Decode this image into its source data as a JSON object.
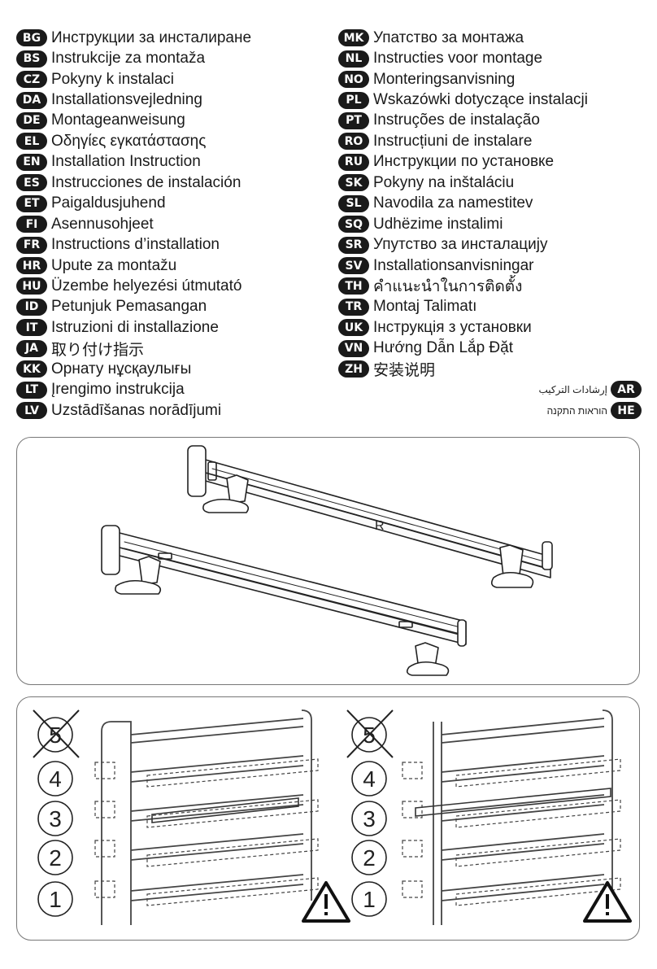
{
  "languages_left": [
    {
      "code": "BG",
      "text": "Инструкции за инсталиране"
    },
    {
      "code": "BS",
      "text": "Instrukcije za montaža"
    },
    {
      "code": "CZ",
      "text": "Pokyny k instalaci"
    },
    {
      "code": "DA",
      "text": "Installationsvejledning"
    },
    {
      "code": "DE",
      "text": "Montageanweisung"
    },
    {
      "code": "EL",
      "text": "Οδηγίες εγκατάστασης"
    },
    {
      "code": "EN",
      "text": "Installation Instruction"
    },
    {
      "code": "ES",
      "text": "Instrucciones de instalación"
    },
    {
      "code": "ET",
      "text": "Paigaldusjuhend"
    },
    {
      "code": "FI",
      "text": "Asennusohjeet"
    },
    {
      "code": "FR",
      "text": "Instructions d’installation"
    },
    {
      "code": "HR",
      "text": "Upute za montažu"
    },
    {
      "code": "HU",
      "text": "Üzembe helyezési útmutató"
    },
    {
      "code": "ID",
      "text": "Petunjuk Pemasangan"
    },
    {
      "code": "IT",
      "text": "Istruzioni di installazione"
    },
    {
      "code": "JA",
      "text": "取り付け指示"
    },
    {
      "code": "KK",
      "text": "Орнату нұсқаулығы"
    },
    {
      "code": "LT",
      "text": "Įrengimo instrukcija"
    },
    {
      "code": "LV",
      "text": "Uzstādīšanas norādījumi"
    }
  ],
  "languages_right": [
    {
      "code": "MK",
      "text": "Упатство за монтажа"
    },
    {
      "code": "NL",
      "text": "Instructies voor montage"
    },
    {
      "code": "NO",
      "text": "Monteringsanvisning"
    },
    {
      "code": "PL",
      "text": "Wskazówki dotyczące instalacji"
    },
    {
      "code": "PT",
      "text": "Instruções de instalação"
    },
    {
      "code": "RO",
      "text": "Instrucțiuni de instalare"
    },
    {
      "code": "RU",
      "text": "Инструкции по установке"
    },
    {
      "code": "SK",
      "text": "Pokyny na inštaláciu"
    },
    {
      "code": "SL",
      "text": "Navodila za namestitev"
    },
    {
      "code": "SQ",
      "text": "Udhëzime instalimi"
    },
    {
      "code": "SR",
      "text": "Упутство за инсталацију"
    },
    {
      "code": "SV",
      "text": "Installationsanvisningar"
    },
    {
      "code": "TH",
      "text": "คำแนะนำในการติดตั้ง"
    },
    {
      "code": "TR",
      "text": "Montaj Talimatı"
    },
    {
      "code": "UK",
      "text": "Інструкція з установки"
    },
    {
      "code": "VN",
      "text": "Hướng Dẫn Lắp Đặt"
    },
    {
      "code": "ZH",
      "text": "安装说明"
    }
  ],
  "languages_rtl": [
    {
      "code": "AR",
      "text": "إرشادات التركيب"
    },
    {
      "code": "HE",
      "text": "הוראות התקנה"
    }
  ],
  "rail_label": "R",
  "levels": {
    "left": [
      "5",
      "4",
      "3",
      "2",
      "1"
    ],
    "right": [
      "5",
      "4",
      "3",
      "2",
      "1"
    ],
    "crossed_out_level": "5"
  },
  "warning_icon": "warning-triangle-icon"
}
